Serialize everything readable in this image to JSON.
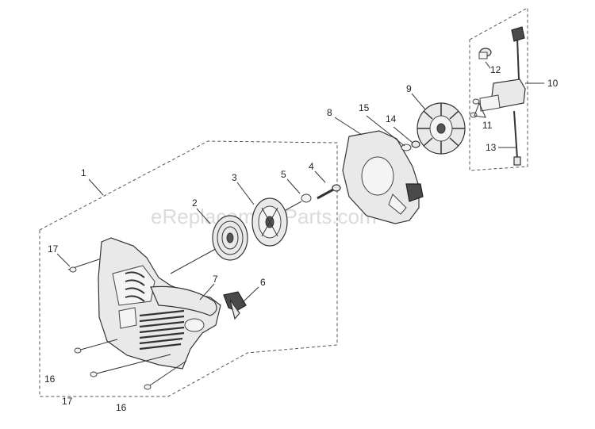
{
  "watermark": "eReplacementParts.com",
  "callouts": {
    "c1": "1",
    "c2": "2",
    "c3": "3",
    "c4": "4",
    "c5": "5",
    "c6": "6",
    "c7": "7",
    "c8": "8",
    "c9": "9",
    "c10": "10",
    "c11": "11",
    "c12": "12",
    "c13": "13",
    "c14": "14",
    "c15": "15",
    "c16a": "16",
    "c16b": "16",
    "c17a": "17",
    "c17b": "17"
  }
}
